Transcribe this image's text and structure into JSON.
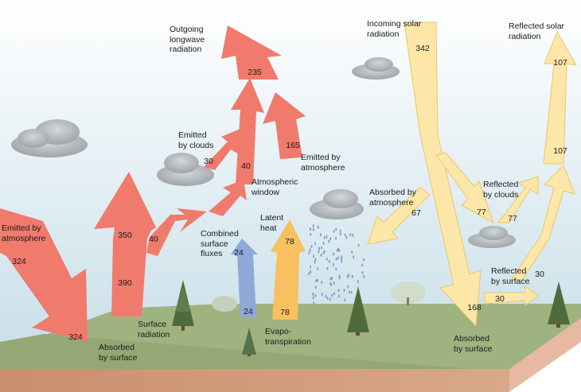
{
  "labels": {
    "outgoing_longwave": "Outgoing\nlongwave\nradiation",
    "incoming_solar": "Incoming solar\nradiation",
    "reflected_solar": "Reflected solar\nradiation",
    "emitted_by_clouds": "Emitted\nby clouds",
    "emitted_by_atmosphere_upper": "Emitted by\natmosphere",
    "atmospheric_window": "Atmospheric\nwindow",
    "absorbed_by_atmosphere": "Absorbed by\natmosphere",
    "reflected_by_clouds": "Reflected\nby clouds",
    "emitted_by_atmosphere_left": "Emitted by\natmosphere",
    "latent_heat": "Latent\nheat",
    "combined_surface_fluxes": "Combined\nsurface\nfluxes",
    "reflected_by_surface": "Reflected\nby surface",
    "surface_radiation": "Surface\nradiation",
    "evapotranspiration": "Evapo-\ntranspiration",
    "absorbed_by_surface_left": "Absorbed\nby surface",
    "absorbed_by_surface_right": "Absorbed\nby surface"
  },
  "values": {
    "outgoing_longwave": "235",
    "incoming_solar": "342",
    "reflected_solar_top": "107",
    "reflected_solar_mid": "107",
    "emitted_by_clouds": "30",
    "emitted_by_atmosphere_upper": "165",
    "atmospheric_window": "40",
    "absorbed_by_atmosphere": "67",
    "reflected_by_clouds_left": "77",
    "reflected_by_clouds_right": "77",
    "emitted_by_atmosphere_left": "324",
    "absorbed_by_surface_left": "324",
    "surface_radiation_up": "350",
    "surface_radiation": "390",
    "window_base": "40",
    "combined_fluxes_top": "24",
    "combined_fluxes_bottom": "24",
    "latent_heat_top": "78",
    "latent_heat_bottom": "78",
    "reflected_by_surface_up": "30",
    "reflected_by_surface": "30",
    "absorbed_by_surface_right": "168"
  },
  "colors": {
    "longwave": "#f07a6c",
    "solar": "#fde7a8",
    "solar_edge": "#e9c66a",
    "latent": "#f8c060",
    "fluxes": "#8ea8d8",
    "sky_top": "#ffffff",
    "sky_bottom": "#c3dce7",
    "ground": "#9fb381",
    "soil": "#c98e6e"
  }
}
